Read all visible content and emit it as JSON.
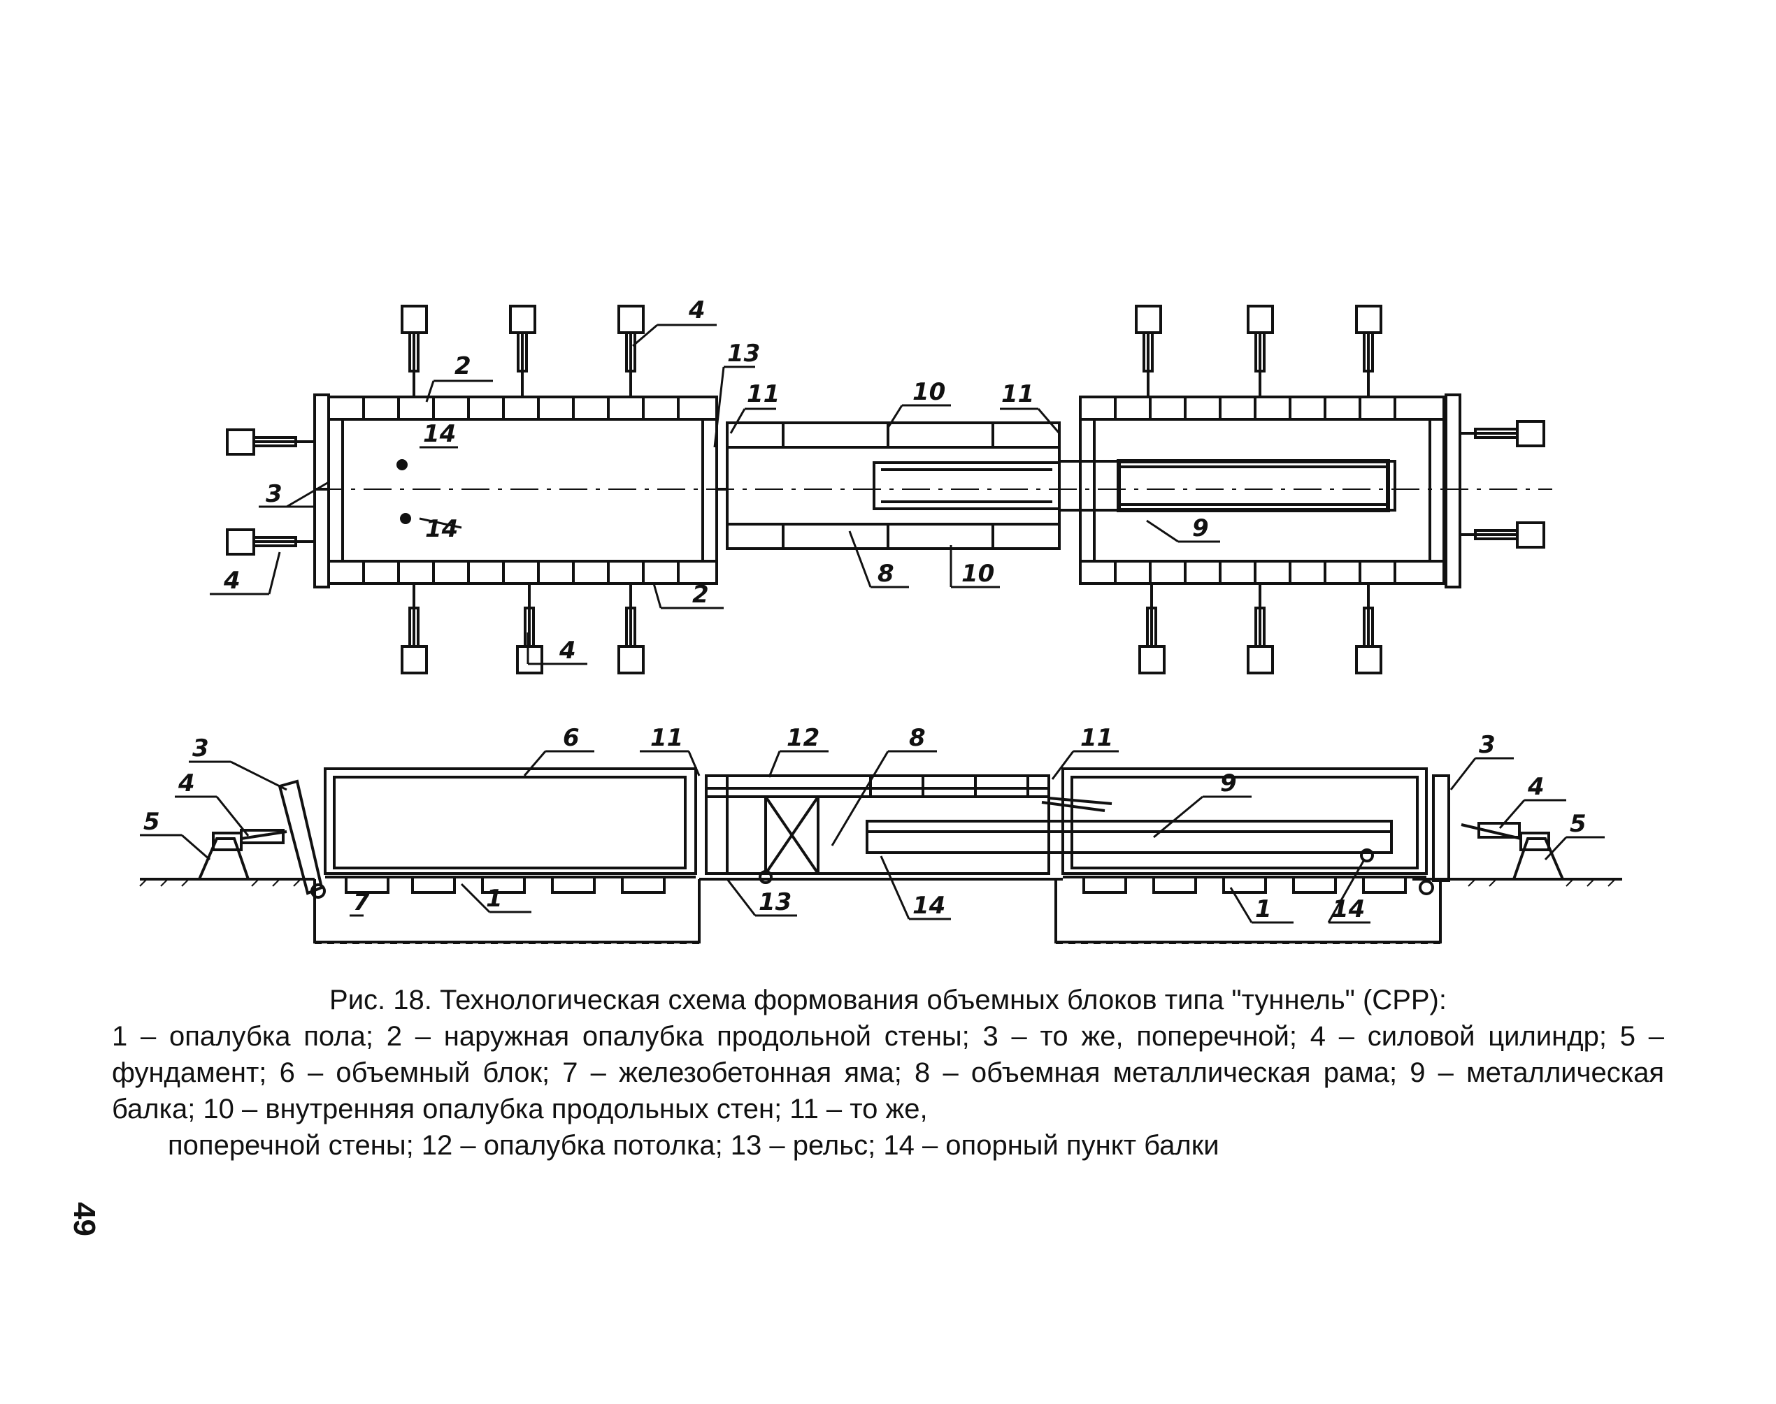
{
  "figure": {
    "title": "Рис. 18. Технологическая схема формования объемных блоков типа \"туннель\" (СРР):",
    "legend_lines": [
      "1 – опалубка пола; 2 – наружная опалубка продольной стены; 3 – то же, поперечной; 4 – силовой цилиндр; 5 – фундамент; 6 – объемный блок; 7 – железобетонная яма; 8 – объемная металлическая рама; 9 – металлическая балка; 10 – внутренняя опалубка продольных стен; 11 – то же,",
      "поперечной стены; 12 – опалубка потолка; 13 – рельс; 14 – опорный пункт балки"
    ]
  },
  "callouts_top": {
    "c2a": "2",
    "c2b": "2",
    "c3": "3",
    "c4a": "4",
    "c4b": "4",
    "c4c": "4",
    "c8": "8",
    "c9": "9",
    "c10a": "10",
    "c10b": "10",
    "c11a": "11",
    "c11b": "11",
    "c13": "13",
    "c14a": "14",
    "c14b": "14"
  },
  "callouts_bottom": {
    "c1a": "1",
    "c1b": "1",
    "c3a": "3",
    "c3b": "3",
    "c4a": "4",
    "c4b": "4",
    "c5a": "5",
    "c5b": "5",
    "c6": "6",
    "c7": "7",
    "c8": "8",
    "c9": "9",
    "c11a": "11",
    "c11b": "11",
    "c12": "12",
    "c13": "13",
    "c14a": "14",
    "c14b": "14"
  },
  "page_number": "49"
}
